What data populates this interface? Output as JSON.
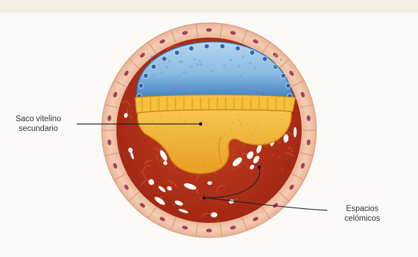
{
  "labels": {
    "saco_vitelino": [
      "Saco vitelino",
      "secundario"
    ],
    "espacios_celomicos": [
      "Espacios",
      "celómicos"
    ]
  },
  "colors": {
    "background": "#fbfaf7",
    "top_band": "#f2eee4",
    "trophoblast": "#f0c4a8",
    "cell_nucleus": "#a8405a",
    "mesoderm": "#b5301c",
    "ectoderm_blue": "#4f8fc6",
    "amnion_light": "#9fc6e6",
    "yolk_sac": "#f2b233",
    "leader_line": "#222222",
    "text": "#333333"
  }
}
